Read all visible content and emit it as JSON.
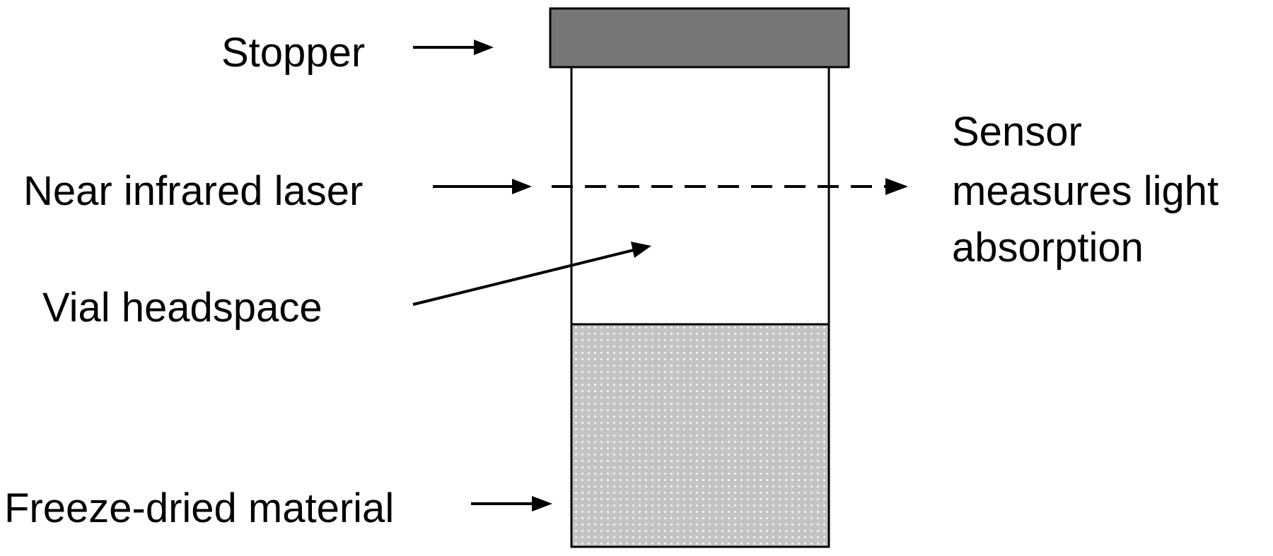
{
  "labels": {
    "stopper": "Stopper",
    "laser": "Near infrared laser",
    "sensor": [
      "Sensor",
      "measures light",
      "absorption"
    ],
    "headspace": "Vial headspace",
    "material": "Freeze-dried material"
  },
  "colors": {
    "stopper_fill": "#767676",
    "material_fill": "#c4c4c4",
    "material_dots": "#ffffff",
    "line": "#000000",
    "vial_fill": "#ffffff"
  }
}
